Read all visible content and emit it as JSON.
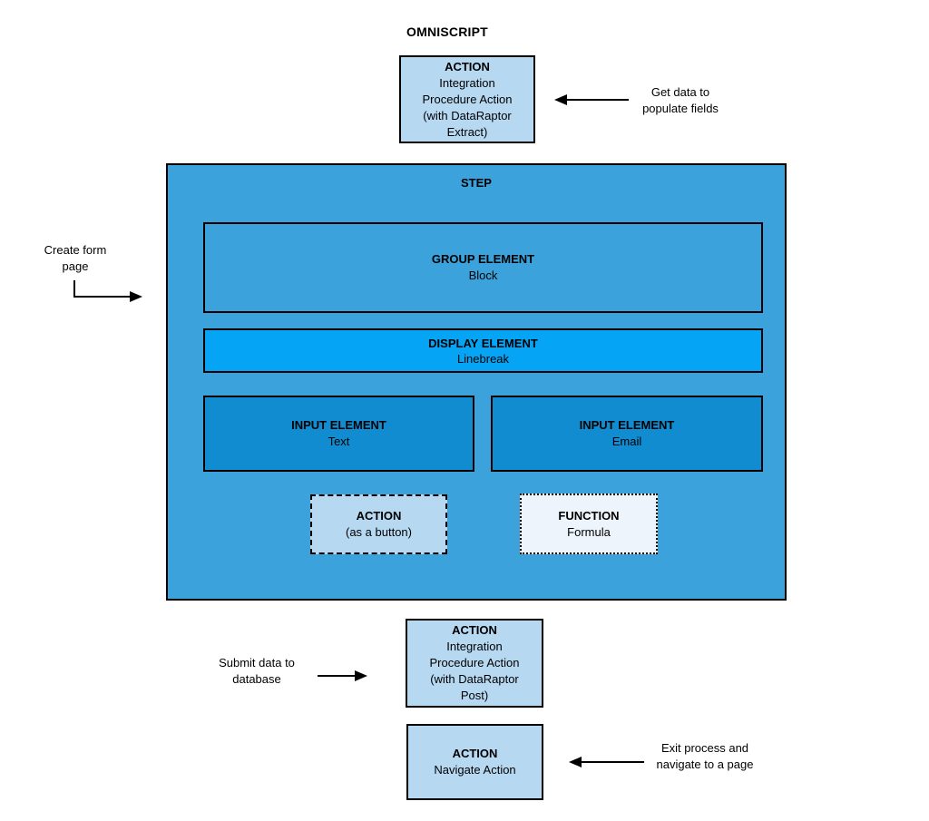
{
  "title": "OMNISCRIPT",
  "colors": {
    "step_fill": "#3ba2dc",
    "display_fill": "#05a4f5",
    "input_fill": "#118cd1",
    "action_fill": "#b7d8f1",
    "function_fill": "#edf4fb",
    "border": "#000000"
  },
  "actions": {
    "extract": {
      "title": "ACTION",
      "lines": [
        "Integration",
        "Procedure Action",
        "(with DataRaptor",
        "Extract)"
      ]
    },
    "post": {
      "title": "ACTION",
      "lines": [
        "Integration",
        "Procedure Action",
        "(with DataRaptor",
        "Post)"
      ]
    },
    "navigate": {
      "title": "ACTION",
      "subtitle": "Navigate Action"
    }
  },
  "step": {
    "label": "STEP",
    "group": {
      "title": "GROUP ELEMENT",
      "subtitle": "Block"
    },
    "display": {
      "title": "DISPLAY ELEMENT",
      "subtitle": "Linebreak"
    },
    "input_text": {
      "title": "INPUT ELEMENT",
      "subtitle": "Text"
    },
    "input_email": {
      "title": "INPUT ELEMENT",
      "subtitle": "Email"
    },
    "action_button": {
      "title": "ACTION",
      "subtitle": "(as a button)"
    },
    "function": {
      "title": "FUNCTION",
      "subtitle": "Formula"
    }
  },
  "annotations": {
    "get_data": {
      "lines": [
        "Get data to",
        "populate fields"
      ]
    },
    "create_form": {
      "lines": [
        "Create form",
        "page"
      ]
    },
    "submit_data": {
      "lines": [
        "Submit data to",
        "database"
      ]
    },
    "exit": {
      "lines": [
        "Exit process and",
        "navigate to a page"
      ]
    }
  }
}
